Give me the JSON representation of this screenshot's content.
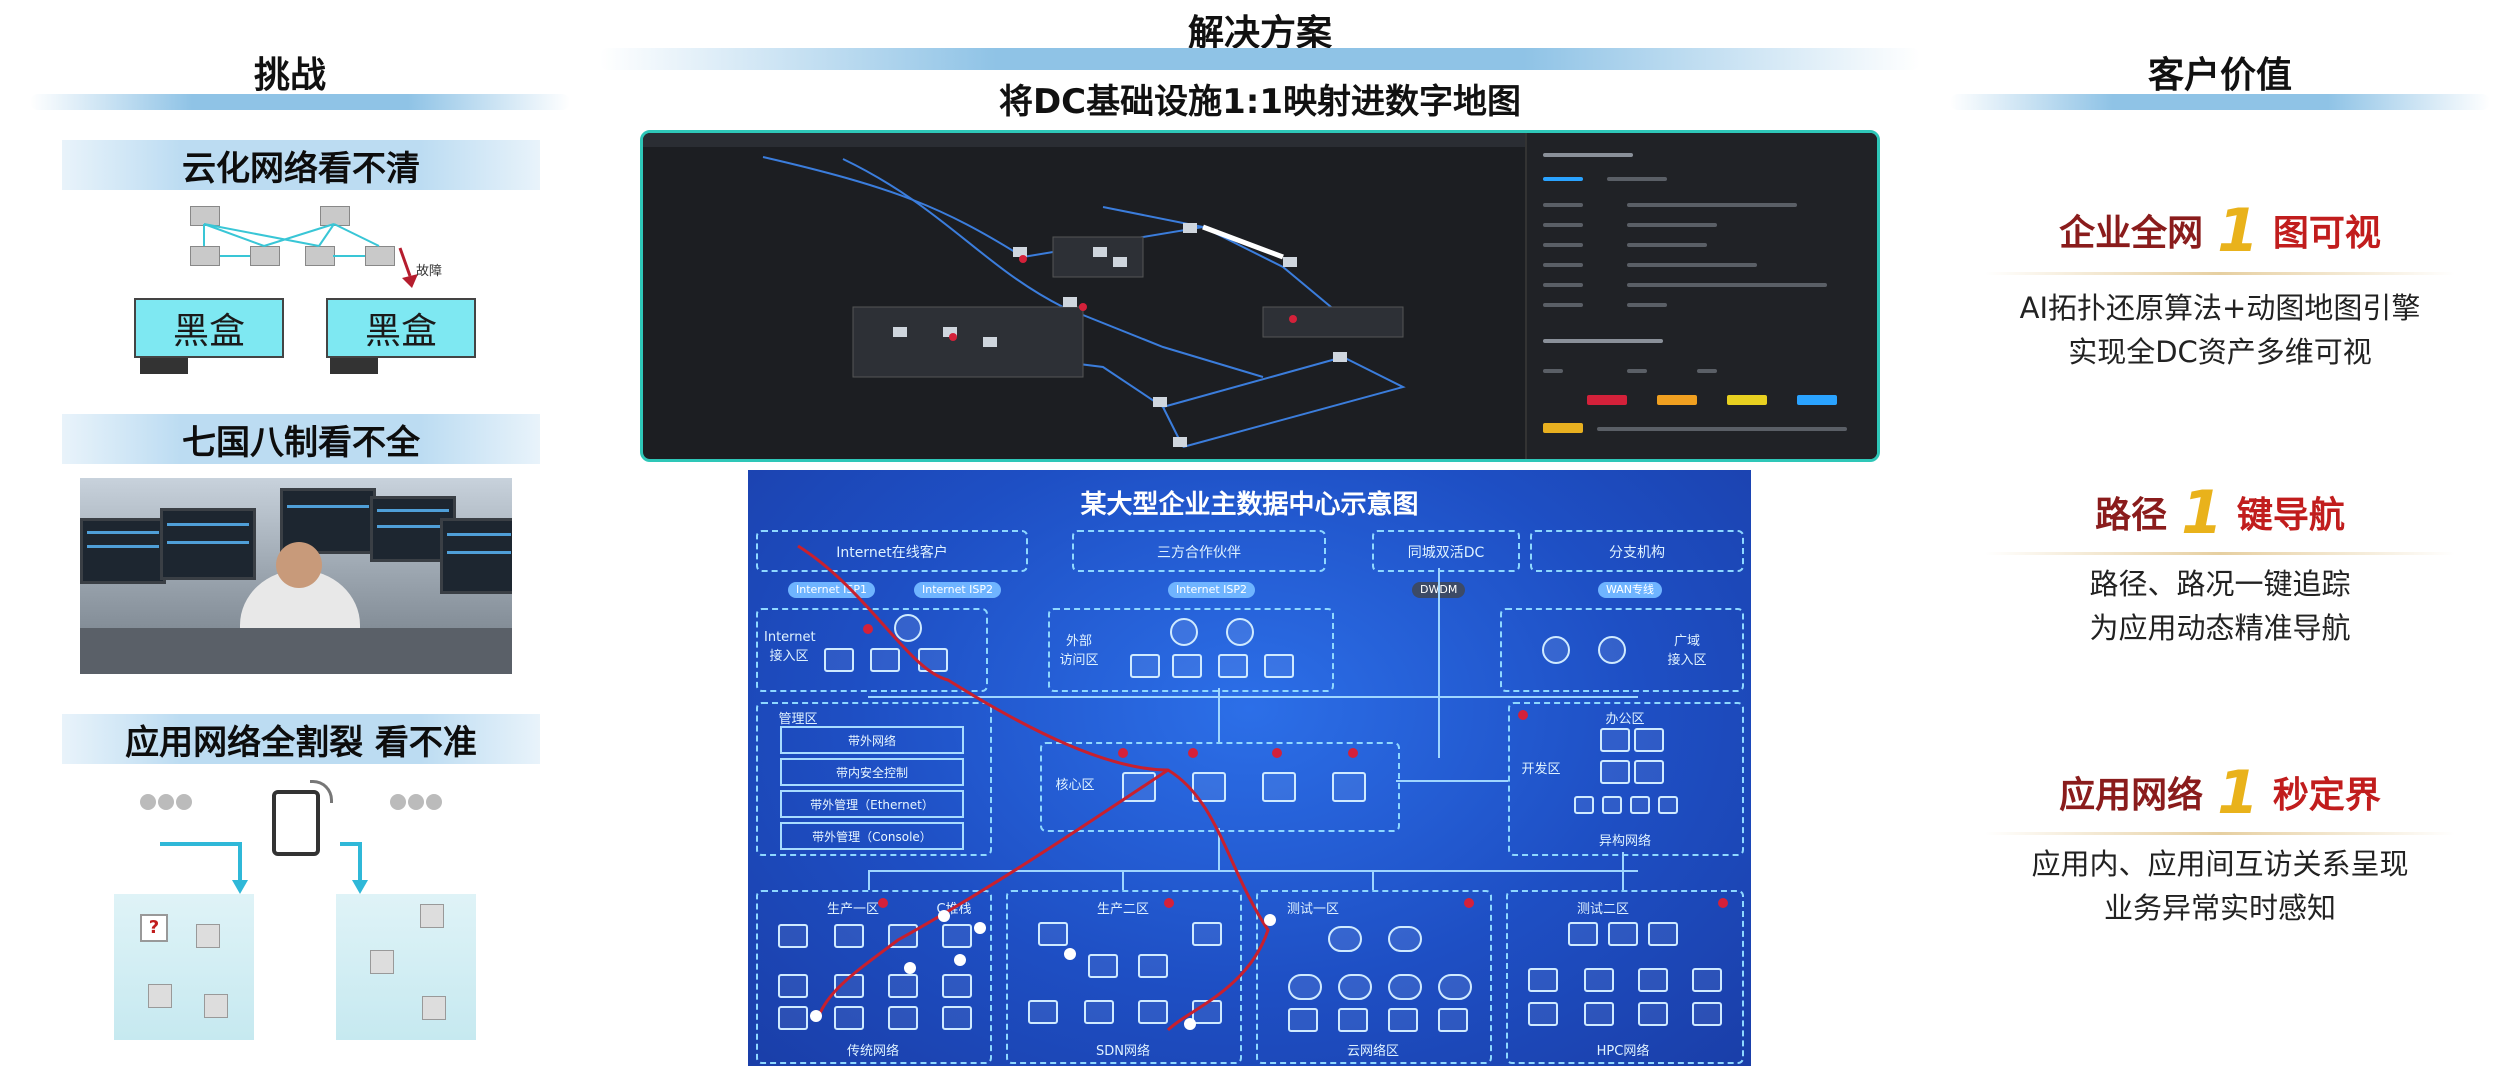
{
  "headers": {
    "challenge": "挑战",
    "solution": "解决方案",
    "value": "客户价值"
  },
  "challenges": [
    {
      "label": "云化网络看不清"
    },
    {
      "label": "七国八制看不全"
    },
    {
      "label": "应用网络全割裂 看不准"
    }
  ],
  "challenge1_illus": {
    "box_label": "黑盒",
    "fault_label": "故障"
  },
  "solution": {
    "subtitle": "将DC基础设施1:1映射进数字地图",
    "diagram": {
      "title": "某大型企业主数据中心示意图",
      "zones_top": [
        "Internet在线客户",
        "三方合作伙伴",
        "同城双活DC",
        "分支机构"
      ],
      "pills": [
        "Internet ISP1",
        "Internet ISP2",
        "Internet ISP2",
        "DWDM",
        "WAN专线"
      ],
      "zone_internet": "Internet\n接入区",
      "zone_partner": "外部\n访问区",
      "zone_wan": "广域\n接入区",
      "zone_mgmt": "管理区",
      "mgmt_items": [
        "带外网络",
        "带内安全控制",
        "带外管理（Ethernet）",
        "带外管理（Console）"
      ],
      "zone_core": "核心区",
      "zone_office": "办公区",
      "zone_office_sub": "开发区",
      "zone_office_bottom": "异构网络",
      "bottom_zones": [
        "生产一区",
        "生产二区",
        "测试一区",
        "测试二区"
      ],
      "bottom_extra": "C堆栈",
      "bottom_labels": [
        "传统网络",
        "SDN网络",
        "云网络区",
        "HPC网络"
      ]
    }
  },
  "values": [
    {
      "pre": "企业全网",
      "num": "1",
      "post": "图可视",
      "desc1": "AI拓扑还原算法+动图地图引擎",
      "desc2": "实现全DC资产多维可视"
    },
    {
      "pre": "路径",
      "num": "1",
      "post": "键导航",
      "desc1": "路径、路况一键追踪",
      "desc2": "为应用动态精准导航"
    },
    {
      "pre": "应用网络",
      "num": "1",
      "post": "秒定界",
      "desc1": "应用内、应用间互访关系呈现",
      "desc2": "业务异常实时感知"
    }
  ],
  "colors": {
    "accent_teal": "#2ec7b8",
    "value_red": "#8a1c1c",
    "value_gold": "#e9b21b",
    "ribbon_blue": "#8fc3e6",
    "diagram_blue": "#1e4fc4"
  }
}
